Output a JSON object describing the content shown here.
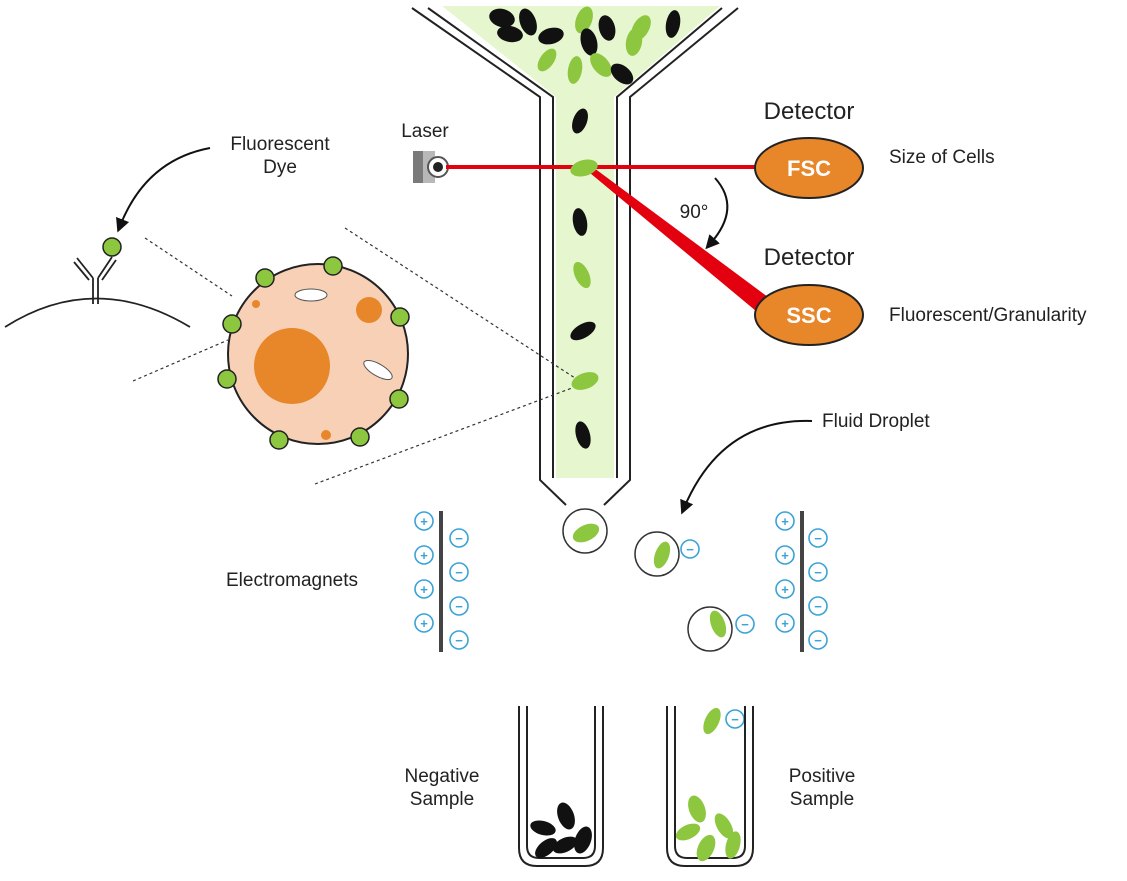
{
  "labels": {
    "fluorescent_dye": [
      "Fluorescent",
      "Dye"
    ],
    "laser": "Laser",
    "detector_top": "Detector",
    "detector_bottom": "Detector",
    "fsc": "FSC",
    "ssc": "SSC",
    "size_of_cells": "Size of Cells",
    "fluorescent_granularity": "Fluorescent/Granularity",
    "angle": "90°",
    "fluid_droplet": "Fluid Droplet",
    "electromagnets": "Electromagnets",
    "negative_sample": [
      "Negative",
      "Sample"
    ],
    "positive_sample": [
      "Positive",
      "Sample"
    ],
    "plus": "+",
    "minus": "−"
  },
  "colors": {
    "orange": "#e8862a",
    "cell_body": "#f7d0b6",
    "green": "#8dc63f",
    "laser": "#e3000f",
    "stream": "#e6f7cf",
    "sign": "#3ba3d6",
    "black": "#111111"
  },
  "icons": [
    "laser-source-icon",
    "antibody-icon",
    "test-tube-icon"
  ]
}
